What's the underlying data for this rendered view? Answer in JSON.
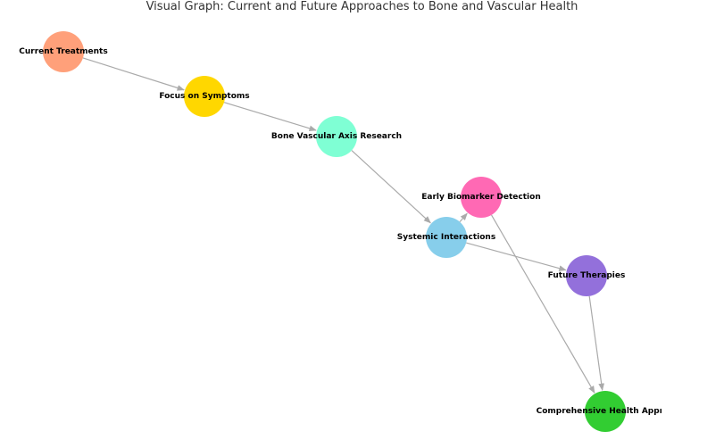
{
  "title": "Visual Graph: Current and Future Approaches to Bone and Vascular Health",
  "nodes": [
    {
      "id": "current-treatments",
      "label": "Current Treatments",
      "color": "#FFA07A"
    },
    {
      "id": "focus-on-symptoms",
      "label": "Focus on Symptoms",
      "color": "#FFD700"
    },
    {
      "id": "bone-vascular-axis-research",
      "label": "Bone Vascular Axis Research",
      "color": "#7FFFD4"
    },
    {
      "id": "systemic-interactions",
      "label": "Systemic Interactions",
      "color": "#87CEEB"
    },
    {
      "id": "early-biomarker-detection",
      "label": "Early Biomarker Detection",
      "color": "#FF69B4"
    },
    {
      "id": "future-therapies",
      "label": "Future Therapies",
      "color": "#9370DB"
    },
    {
      "id": "comprehensive-health-approach",
      "label": "Comprehensive Health Approa",
      "color": "#32CD32"
    }
  ],
  "edges": [
    {
      "from": "current-treatments",
      "to": "focus-on-symptoms"
    },
    {
      "from": "focus-on-symptoms",
      "to": "bone-vascular-axis-research"
    },
    {
      "from": "bone-vascular-axis-research",
      "to": "systemic-interactions"
    },
    {
      "from": "systemic-interactions",
      "to": "early-biomarker-detection"
    },
    {
      "from": "systemic-interactions",
      "to": "future-therapies"
    },
    {
      "from": "early-biomarker-detection",
      "to": "comprehensive-health-approach"
    },
    {
      "from": "future-therapies",
      "to": "comprehensive-health-approach"
    }
  ],
  "colors": {
    "edge": "#AAAAAA",
    "label": "#000000",
    "title": "#333333"
  }
}
